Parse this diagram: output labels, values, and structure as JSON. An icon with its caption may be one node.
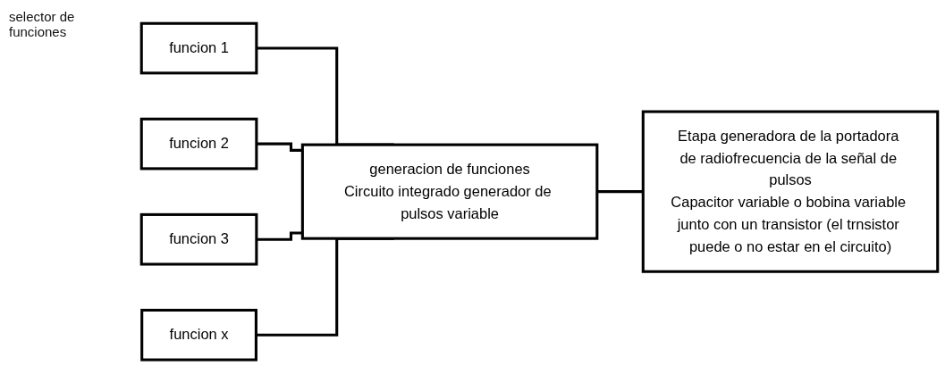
{
  "diagram": {
    "nodes": [
      {
        "text": [
          "funcion 1"
        ]
      },
      {
        "text": [
          "funcion 2"
        ]
      },
      {
        "text": [
          "funcion 3"
        ]
      },
      {
        "text": [
          "funcion x"
        ]
      },
      {
        "text": [
          "generacion de funciones",
          "Circuito integrado generador de pulsos variable"
        ]
      },
      {
        "text": [
          "Etapa generadora de la portadora de radiofrecuencia de la señal de pulsos",
          "Capacitor variable o bobina variable junto con un transistor (el trnsistor puede o no estar en el circuito)"
        ]
      }
    ],
    "edges": [
      {
        "from": 0,
        "to": 4,
        "arrow": "none"
      },
      {
        "from": 1,
        "to": 4,
        "arrow": "none"
      },
      {
        "from": 2,
        "to": 4,
        "arrow": "none"
      },
      {
        "from": 3,
        "to": 4,
        "arrow": "none"
      },
      {
        "from": 4,
        "to": 5,
        "arrow": "none"
      }
    ],
    "labels": [
      "selector de funciones"
    ]
  }
}
